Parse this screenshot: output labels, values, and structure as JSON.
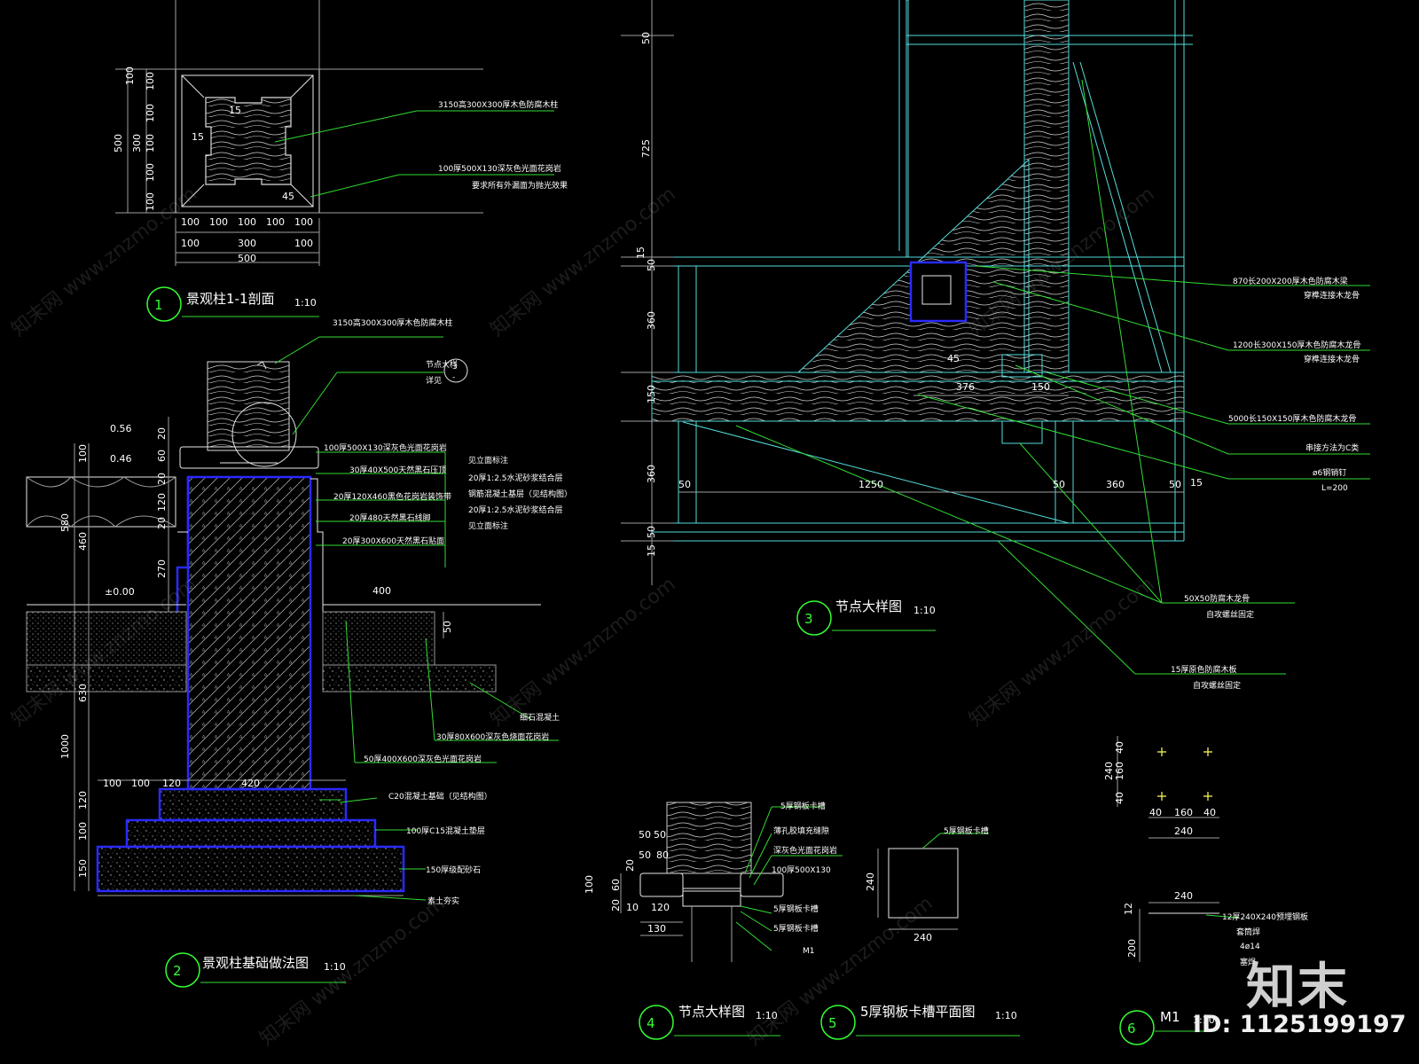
{
  "details": {
    "d1": {
      "num": "1",
      "title": "景观柱1-1剖面",
      "scale": "1:10"
    },
    "d2": {
      "num": "2",
      "title": "景观柱基础做法图",
      "scale": "1:10"
    },
    "d3": {
      "num": "3",
      "title": "节点大样图",
      "scale": "1:10"
    },
    "d4": {
      "num": "4",
      "title": "节点大样图",
      "scale": "1:10"
    },
    "d5": {
      "num": "5",
      "title": "5厚钢板卡槽平面图",
      "scale": "1:10"
    },
    "d6": {
      "num": "6",
      "title": "M1",
      "scale": "1:10"
    }
  },
  "d1_notes": [
    "3150高300X300厚木色防腐木柱",
    "100厚500X130深灰色光面花岗岩",
    "要求所有外漏面为抛光效果"
  ],
  "d1_dims": {
    "v": [
      "100",
      "100",
      "100",
      "100",
      "100",
      "100",
      "300",
      "500"
    ],
    "h1": [
      "100",
      "100",
      "100",
      "100",
      "100"
    ],
    "h2": [
      "100",
      "300",
      "100"
    ],
    "total": "500",
    "gap": "15",
    "gap2": "15",
    "ang": "45"
  },
  "d2_notes": [
    "3150高300X300厚木色防腐木柱",
    "100厚500X130深灰色光面花岗岩",
    "30厚40X500天然黑石压顶",
    "20厚120X460黑色花岗岩装饰带",
    "20厚480天然黑石线脚",
    "20厚300X600天然黑石贴面",
    "50厚400X600深灰色光面花岗岩",
    "30厚80X600深灰色烧面花岗岩",
    "C20混凝土基础（见结构图）",
    "100厚C15混凝土垫层",
    "150厚级配砂石",
    "素土夯实",
    "细石混凝土"
  ],
  "d2_notes_right": [
    "见立面标注",
    "20厚1:2.5水泥砂浆结合层",
    "钢筋混凝土基层（见结构图）",
    "20厚1:2.5水泥砂浆结合层",
    "见立面标注"
  ],
  "d2_callout": {
    "label": "节点大样",
    "sub": "详见",
    "num": "3",
    "ref": "-"
  },
  "d2_dims": {
    "e1": "0.56",
    "e2": "0.46",
    "e0": "±0.00",
    "v": [
      "20",
      "100",
      "60",
      "580",
      "20",
      "120",
      "20",
      "460",
      "270",
      "630",
      "1000",
      "120",
      "100",
      "150",
      "50"
    ],
    "h": [
      "100",
      "100",
      "120",
      "420",
      "400"
    ]
  },
  "d3_notes": [
    "870长200X200厚木色防腐木梁",
    "穿榫连接木龙骨",
    "1200长300X150厚木色防腐木龙骨",
    "穿榫连接木龙骨",
    "5000长150X150厚木色防腐木龙骨",
    "串接方法为C类",
    "ø6钢销钉",
    "L=200",
    "50X50防腐木龙骨",
    "自攻螺丝固定",
    "15厚原色防腐木板",
    "自攻螺丝固定"
  ],
  "d3_dims": {
    "v": [
      "50",
      "725",
      "15",
      "50",
      "360",
      "150",
      "360",
      "15",
      "50"
    ],
    "h": [
      "50",
      "1250",
      "50",
      "360",
      "50",
      "15"
    ],
    "top": [
      "376",
      "150"
    ],
    "ang": "45"
  },
  "d4_notes": [
    "5厚钢板卡槽",
    "薄孔胶填充缝隙",
    "深灰色光面花岗岩",
    "100厚500X130",
    "5厚钢板卡槽",
    "5厚钢板卡槽",
    "M1"
  ],
  "d4_dims": [
    "50",
    "50",
    "50",
    "80",
    "20",
    "100",
    "60",
    "20",
    "120",
    "10",
    "130"
  ],
  "d5_note": "5厚钢板卡槽",
  "d5_dims": [
    "240",
    "240"
  ],
  "d6_notes": [
    "12厚240X240预埋钢板",
    "套筒焊",
    "4ø14",
    "塞焊"
  ],
  "d6_dims": [
    "40",
    "160",
    "40",
    "240",
    "40",
    "160",
    "40",
    "240",
    "240",
    "12",
    "200"
  ],
  "watermark": {
    "site": "知末网 www.znzmo.com",
    "logo": "知末",
    "id": "ID: 1125199197"
  }
}
